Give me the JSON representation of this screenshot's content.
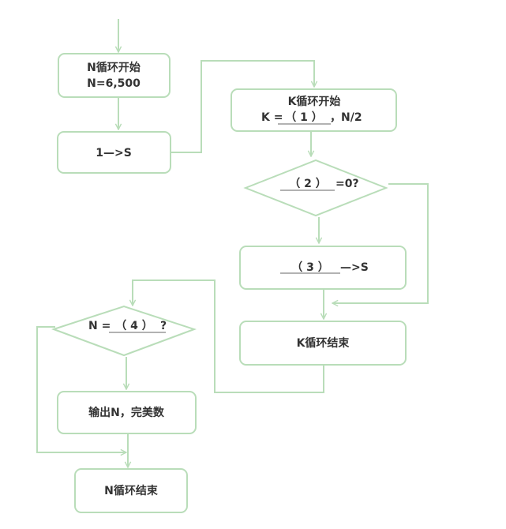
{
  "nodes": {
    "n_loop_start": {
      "line1": "N循环开始",
      "line2": "N=6,500"
    },
    "init_s": {
      "text": "1—>S"
    },
    "k_loop_start": {
      "line1": "K循环开始",
      "line2_prefix": "K =",
      "blank1": "（ 1 ）",
      "line2_suffix": "，N/2"
    },
    "decision_k": {
      "blank2": "（ 2 ）",
      "suffix": "=0?"
    },
    "accumulate": {
      "blank3": "（ 3 ）",
      "suffix": "—>S"
    },
    "k_loop_end": {
      "text": "K循环结束"
    },
    "decision_n": {
      "prefix": "N =",
      "blank4": "（ 4 ）",
      "suffix": "?"
    },
    "output": {
      "text": "输出N，完美数"
    },
    "n_loop_end": {
      "text": "N循环结束"
    }
  }
}
